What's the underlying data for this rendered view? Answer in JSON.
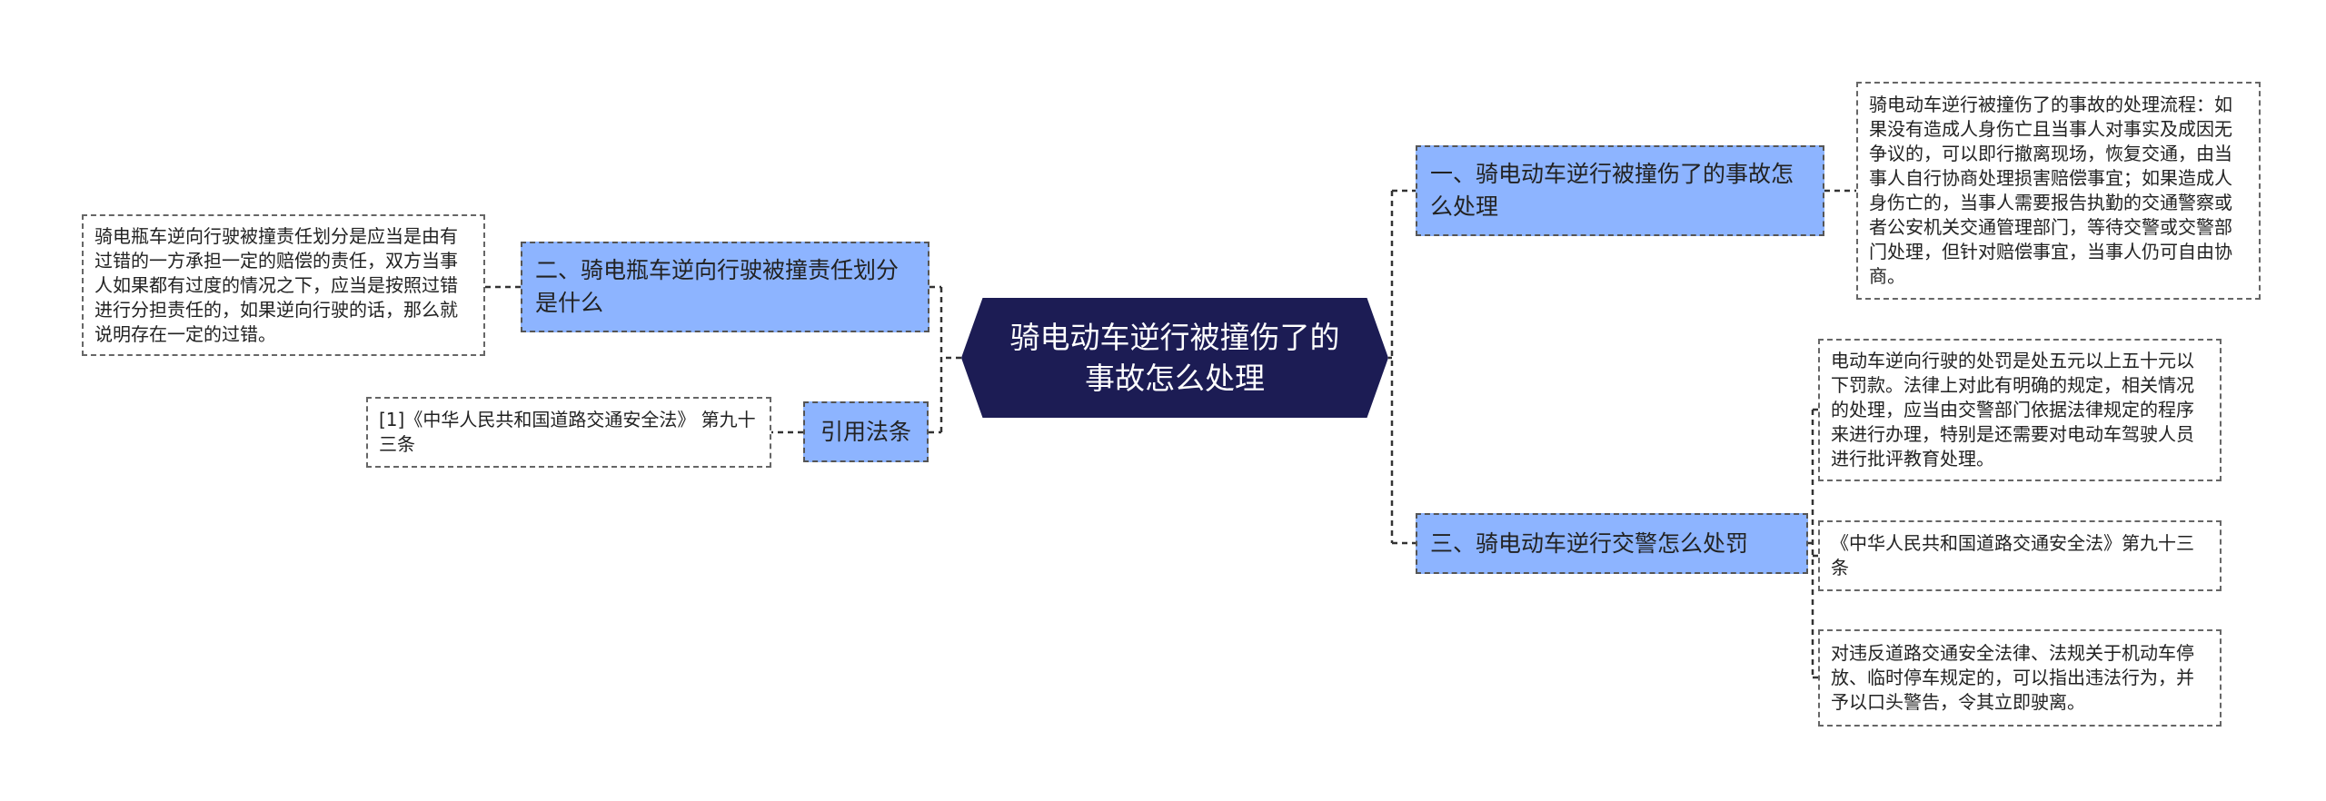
{
  "central": {
    "title": "骑电动车逆行被撞伤了的事故怎么处理"
  },
  "branches": [
    {
      "label": "一、骑电动车逆行被撞伤了的事故怎么处理"
    },
    {
      "label": "二、骑电瓶车逆向行驶被撞责任划分是什么"
    },
    {
      "label": "引用法条"
    },
    {
      "label": "三、骑电动车逆行交警怎么处罚"
    }
  ],
  "leaves": [
    {
      "text": "骑电动车逆行被撞伤了的事故的处理流程：如果没有造成人身伤亡且当事人对事实及成因无争议的，可以即行撤离现场，恢复交通，由当事人自行协商处理损害赔偿事宜；如果造成人身伤亡的，当事人需要报告执勤的交通警察或者公安机关交通管理部门，等待交警或交警部门处理，但针对赔偿事宜，当事人仍可自由协商。"
    },
    {
      "text": "骑电瓶车逆向行驶被撞责任划分是应当是由有过错的一方承担一定的赔偿的责任，双方当事人如果都有过度的情况之下，应当是按照过错进行分担责任的，如果逆向行驶的话，那么就说明存在一定的过错。"
    },
    {
      "text": "[1]《中华人民共和国道路交通安全法》 第九十三条"
    },
    {
      "text": "电动车逆向行驶的处罚是处五元以上五十元以下罚款。法律上对此有明确的规定，相关情况的处理，应当由交警部门依据法律规定的程序来进行办理，特别是还需要对电动车驾驶人员进行批评教育处理。"
    },
    {
      "text": "《中华人民共和国道路交通安全法》第九十三条"
    },
    {
      "text": "对违反道路交通安全法律、法规关于机动车停放、临时停车规定的，可以指出违法行为，并予以口头警告，令其立即驶离。"
    }
  ],
  "colors": {
    "central_bg": "#1c1c54",
    "branch_bg": "#8db4ff",
    "connector": "#333333"
  }
}
